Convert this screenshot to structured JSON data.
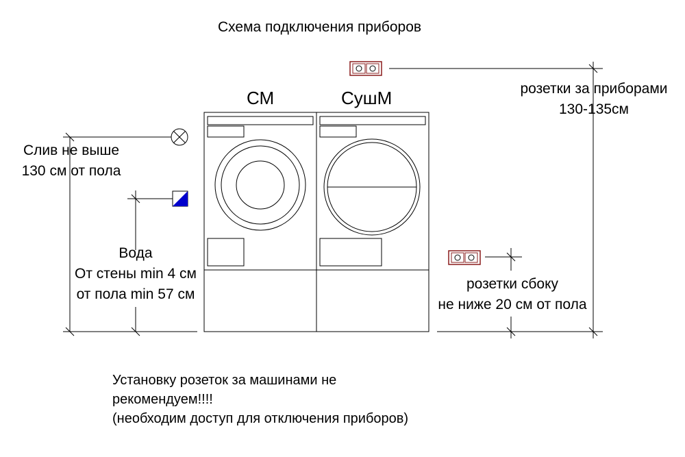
{
  "title": "Схема подключения приборов",
  "machines": {
    "washer": "СМ",
    "dryer": "СушМ"
  },
  "notes": {
    "drain": [
      "Слив не выше",
      "130 см от пола"
    ],
    "water": [
      "Вода",
      "От стены min 4 см",
      "от пола min 57 см"
    ],
    "outlets_behind": [
      "розетки за приборами",
      "130-135см"
    ],
    "outlets_side": [
      "розетки сбоку",
      "не ниже 20 см от пола"
    ]
  },
  "footer": [
    "Установку розеток за машинами не",
    "рекомендуем!!!!",
    "(необходим доступ  для отключения приборов)"
  ],
  "colors": {
    "line": "#000000",
    "water_fill": "#0000cc",
    "outlet_frame": "#8a1c1c"
  },
  "icons": {
    "drain": "drain-circle-x-icon",
    "water": "water-inlet-icon",
    "outlet": "double-socket-icon"
  }
}
